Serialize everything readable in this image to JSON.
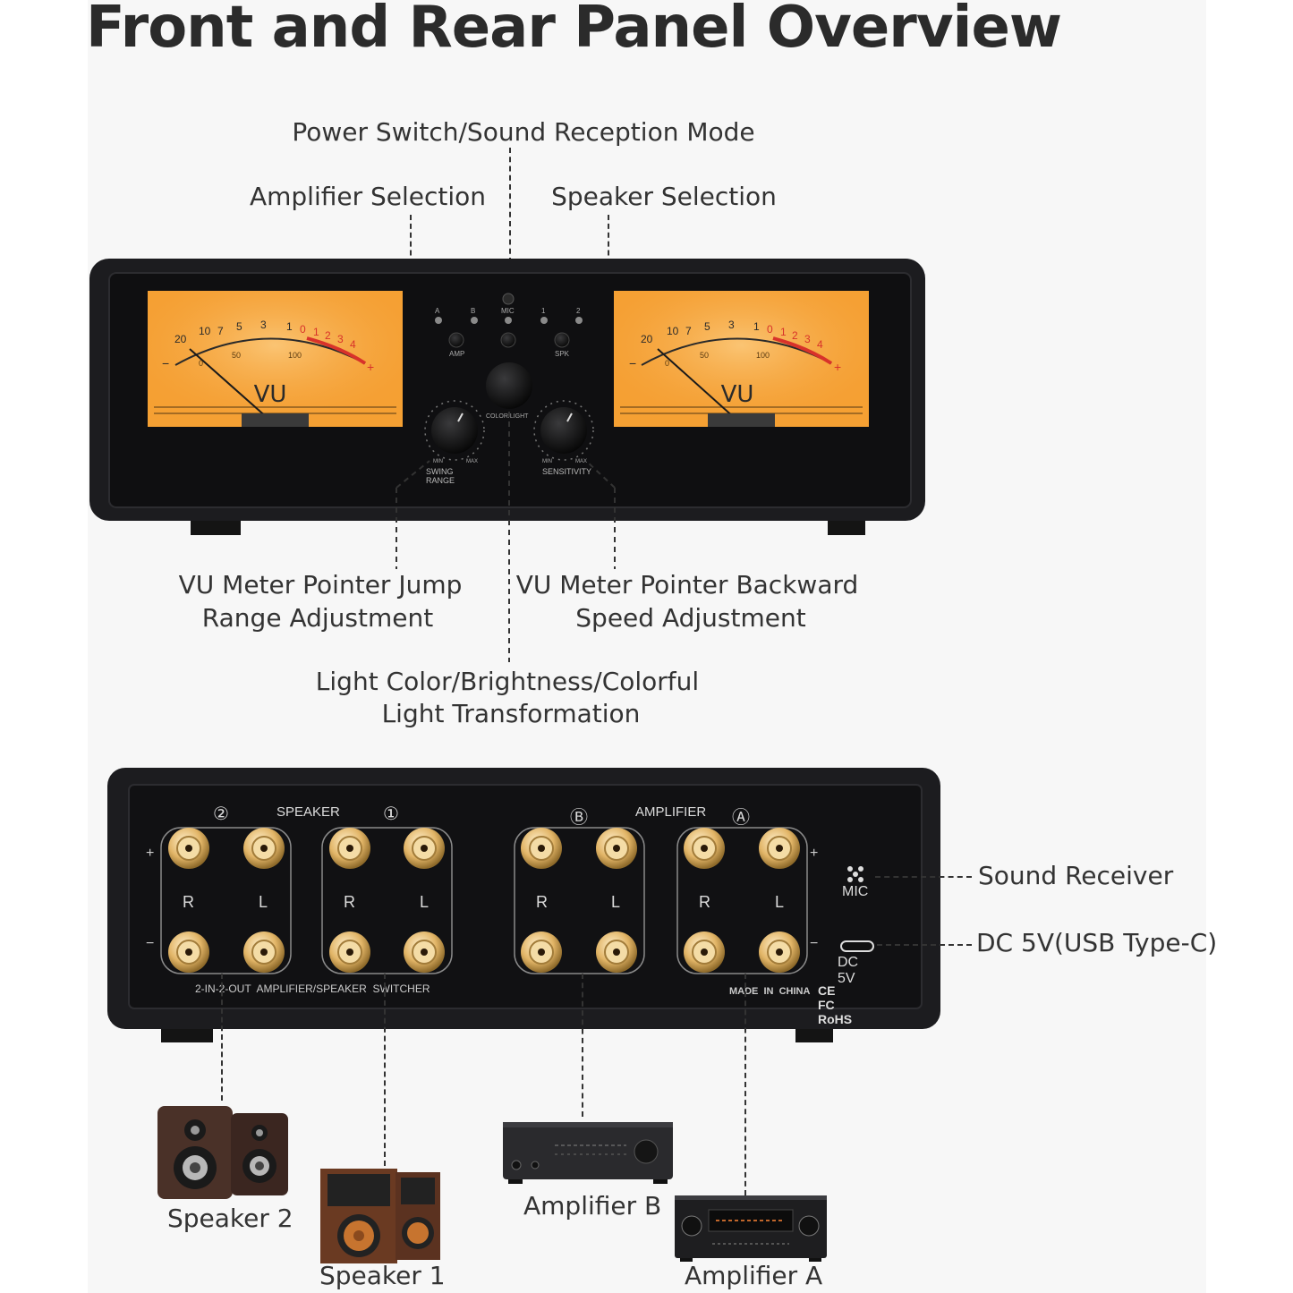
{
  "title": "Front and Rear Panel Overview",
  "front_callouts": {
    "power": "Power Switch/Sound Reception Mode",
    "amp_sel": "Amplifier Selection",
    "spk_sel": "Speaker Selection",
    "jump_1": "VU Meter Pointer Jump",
    "jump_2": "Range Adjustment",
    "back_1": "VU Meter Pointer Backward",
    "back_2": "Speed Adjustment",
    "light_1": "Light Color/Brightness/Colorful",
    "light_2": "Light Transformation"
  },
  "front_panel": {
    "meter_label": "VU",
    "scale_top": [
      "20",
      "10",
      "7",
      "5",
      "3",
      "1",
      "0",
      "1",
      "2",
      "3",
      "4"
    ],
    "scale_bottom": [
      "0",
      "50",
      "100"
    ],
    "minus": "−",
    "plus": "+",
    "switch_labels": [
      "A",
      "B",
      "MIC",
      "1",
      "2"
    ],
    "amp": "AMP",
    "spk": "SPK",
    "color_light": "COLOR/LIGHT",
    "swing_range": "SWING RANGE",
    "sensitivity": "SENSITIVITY",
    "min": "MIN",
    "max": "MAX"
  },
  "rear_panel": {
    "speaker": "SPEAKER",
    "amplifier": "AMPLIFIER",
    "num_2": "②",
    "num_1": "①",
    "let_b": "Ⓑ",
    "let_a": "Ⓐ",
    "r": "R",
    "l": "L",
    "plus": "+",
    "minus": "−",
    "mic": "MIC",
    "dc": "DC 5V",
    "switcher": "2-IN-2-OUT  AMPLIFIER/SPEAKER  SWITCHER",
    "made": "MADE  IN  CHINA",
    "cert": "CE FC RoHS"
  },
  "rear_callouts": {
    "sound_receiver": "Sound Receiver",
    "dc_power": "DC 5V(USB Type-C)"
  },
  "devices": {
    "speaker2": "Speaker 2",
    "speaker1": "Speaker 1",
    "ampB": "Amplifier B",
    "ampA": "Amplifier A"
  },
  "colors": {
    "panel": "#1c1c1f",
    "meter": "#f5a033",
    "post": "#e2b567",
    "redzone": "#d8322a"
  }
}
